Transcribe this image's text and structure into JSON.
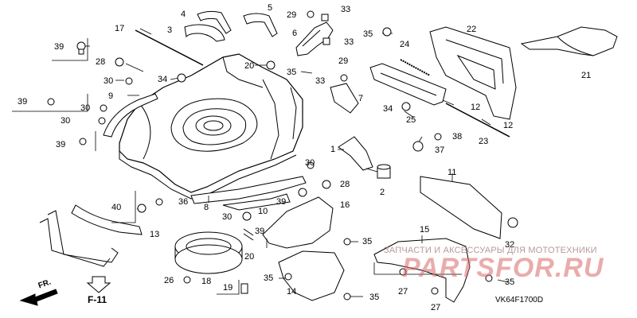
{
  "diagram": {
    "diagram_code": "VK64F1700D",
    "reference_label": "F-11",
    "direction_label": "FR.",
    "watermark": {
      "caption": "ЗАПЧАСТИ И АКСЕССУАРЫ ДЛЯ МОТОТЕХНИКИ",
      "logo": "PARTSFOR.RU"
    },
    "callouts": [
      {
        "id": "c4",
        "text": "4"
      },
      {
        "id": "c5",
        "text": "5"
      },
      {
        "id": "c29a",
        "text": "29"
      },
      {
        "id": "c33a",
        "text": "33"
      },
      {
        "id": "c3",
        "text": "3"
      },
      {
        "id": "c6",
        "text": "6"
      },
      {
        "id": "c33b",
        "text": "33"
      },
      {
        "id": "c35a",
        "text": "35"
      },
      {
        "id": "c22",
        "text": "22"
      },
      {
        "id": "c17",
        "text": "17"
      },
      {
        "id": "c39a",
        "text": "39"
      },
      {
        "id": "c28a",
        "text": "28"
      },
      {
        "id": "c24",
        "text": "24"
      },
      {
        "id": "c20a",
        "text": "20"
      },
      {
        "id": "c29b",
        "text": "29"
      },
      {
        "id": "c21",
        "text": "21"
      },
      {
        "id": "c34a",
        "text": "34"
      },
      {
        "id": "c35b",
        "text": "35"
      },
      {
        "id": "c33c",
        "text": "33"
      },
      {
        "id": "c30a",
        "text": "30"
      },
      {
        "id": "c9",
        "text": "9"
      },
      {
        "id": "c7",
        "text": "7"
      },
      {
        "id": "c39b",
        "text": "39"
      },
      {
        "id": "c30b",
        "text": "30"
      },
      {
        "id": "c34b",
        "text": "34"
      },
      {
        "id": "c12a",
        "text": "12"
      },
      {
        "id": "c30c",
        "text": "30"
      },
      {
        "id": "c25",
        "text": "25"
      },
      {
        "id": "c12b",
        "text": "12"
      },
      {
        "id": "c1",
        "text": "1"
      },
      {
        "id": "c38",
        "text": "38"
      },
      {
        "id": "c39c",
        "text": "39"
      },
      {
        "id": "c23",
        "text": "23"
      },
      {
        "id": "c37",
        "text": "37"
      },
      {
        "id": "c30d",
        "text": "30"
      },
      {
        "id": "c11",
        "text": "11"
      },
      {
        "id": "c28b",
        "text": "28"
      },
      {
        "id": "c2",
        "text": "2"
      },
      {
        "id": "c36",
        "text": "36"
      },
      {
        "id": "c8",
        "text": "8"
      },
      {
        "id": "c39d",
        "text": "39"
      },
      {
        "id": "c40",
        "text": "40"
      },
      {
        "id": "c10",
        "text": "10"
      },
      {
        "id": "c30e",
        "text": "30"
      },
      {
        "id": "c16",
        "text": "16"
      },
      {
        "id": "c13",
        "text": "13"
      },
      {
        "id": "c39e",
        "text": "39"
      },
      {
        "id": "c32",
        "text": "32"
      },
      {
        "id": "c15",
        "text": "15"
      },
      {
        "id": "c35c",
        "text": "35"
      },
      {
        "id": "c20b",
        "text": "20"
      },
      {
        "id": "c26",
        "text": "26"
      },
      {
        "id": "c18",
        "text": "18"
      },
      {
        "id": "c35d",
        "text": "35"
      },
      {
        "id": "c19",
        "text": "19"
      },
      {
        "id": "c14",
        "text": "14"
      },
      {
        "id": "c35e",
        "text": "35"
      },
      {
        "id": "c27a",
        "text": "27"
      },
      {
        "id": "c35f",
        "text": "35"
      },
      {
        "id": "c27b",
        "text": "27"
      }
    ]
  }
}
